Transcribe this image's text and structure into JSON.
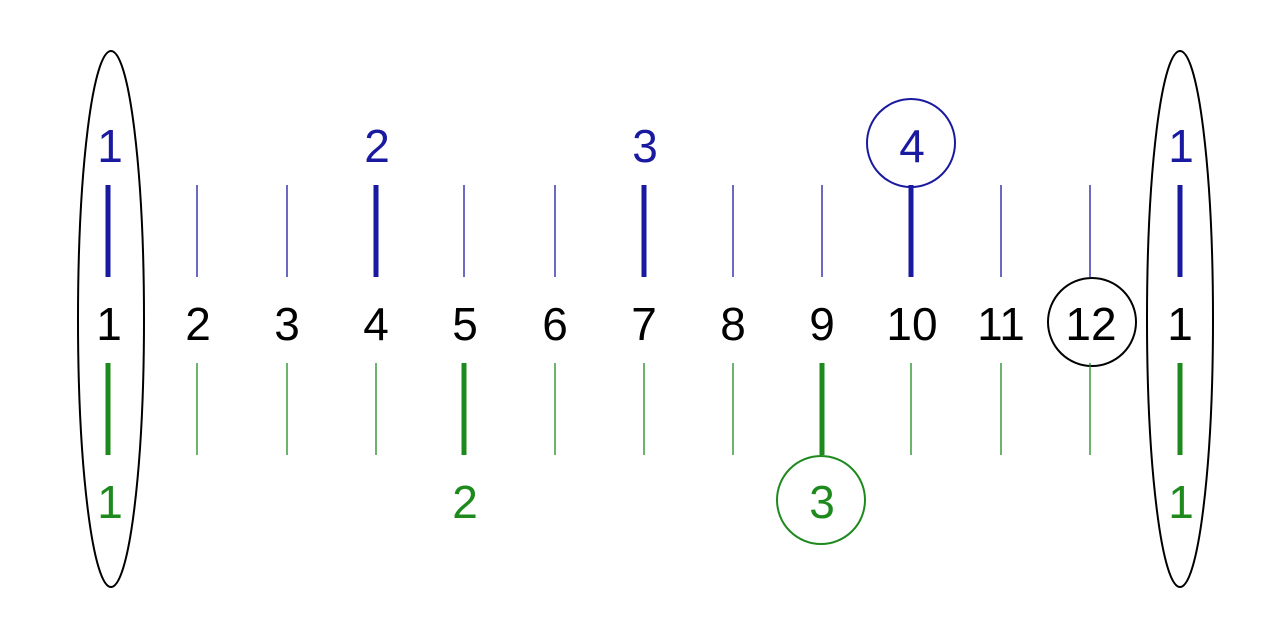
{
  "colors": {
    "top": "#1a1aa0",
    "middle": "#000000",
    "bottom": "#1e8a1e",
    "outline": "#000000"
  },
  "top_row": {
    "labels": [
      "1",
      "2",
      "3",
      "4",
      "1"
    ],
    "circled": "4"
  },
  "middle_row": {
    "labels": [
      "1",
      "2",
      "3",
      "4",
      "5",
      "6",
      "7",
      "8",
      "9",
      "10",
      "11",
      "12",
      "1"
    ],
    "circled": "12"
  },
  "bottom_row": {
    "labels": [
      "1",
      "2",
      "3",
      "1"
    ],
    "circled": "3"
  }
}
